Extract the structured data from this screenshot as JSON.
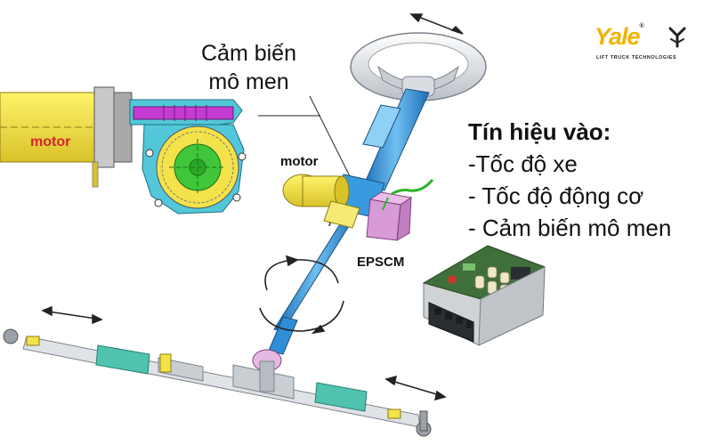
{
  "labels": {
    "sensor_line1": "Cảm biến",
    "sensor_line2": "mô men",
    "motor_cutaway": "motor",
    "motor_column": "motor",
    "epscm": "EPSCM"
  },
  "signals": {
    "title": "Tín hiệu vào:",
    "items": [
      "-Tốc độ xe",
      "- Tốc độ động cơ",
      "- Cảm biến mô men"
    ]
  },
  "logo": {
    "wordmark": "Yale",
    "registered": "®",
    "tagline": "LIFT TRUCK TECHNOLOGIES"
  },
  "colors": {
    "column_blue": "#2f8fd6",
    "motor_yellow": "#f3e24a",
    "gear_magenta": "#c63bd2",
    "gear_green": "#3fc63a",
    "housing_cyan": "#52c7d9",
    "boot_teal": "#4fc3b0",
    "ecu_pink": "#d99ad8",
    "logo_yellow": "#f2b200"
  }
}
